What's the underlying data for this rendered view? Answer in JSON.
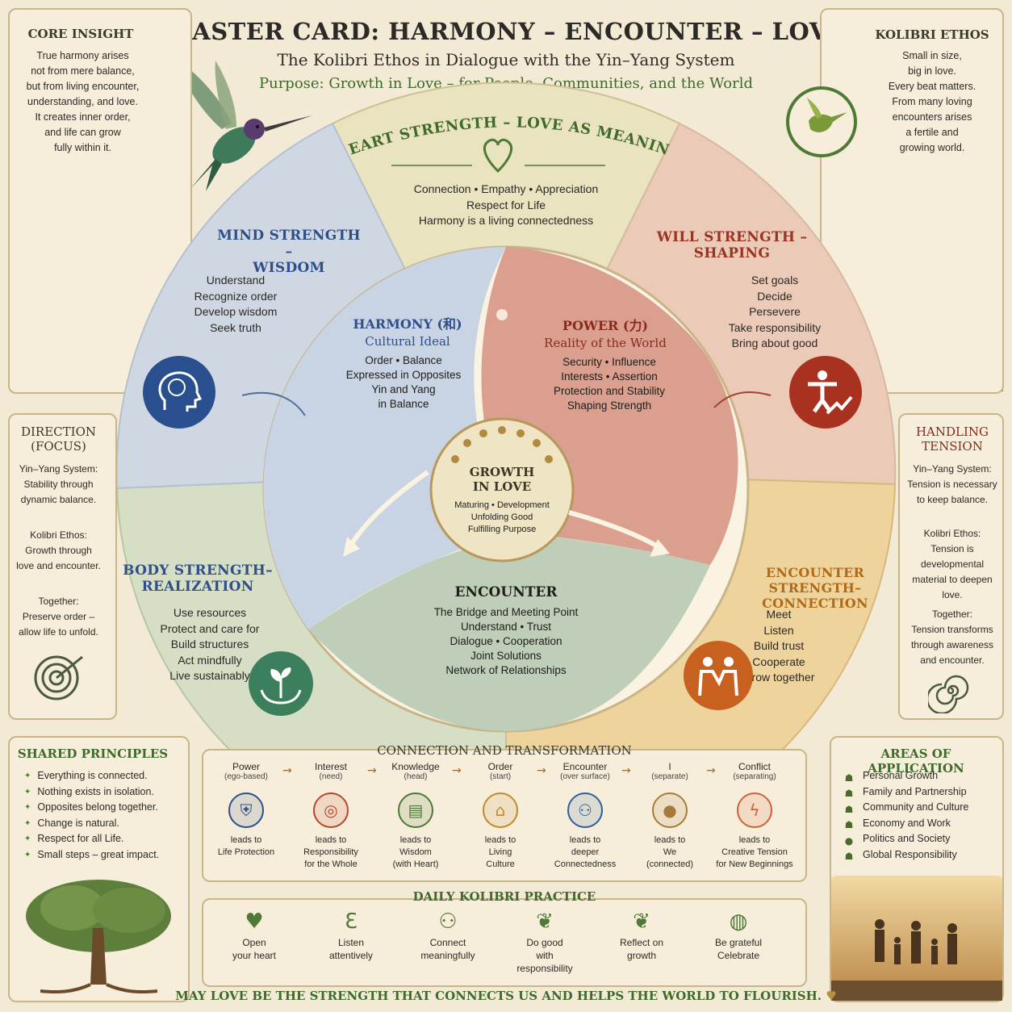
{
  "header": {
    "title": "MASTER CARD:  HARMONY – ENCOUNTER – LOVE",
    "subtitle": "The Kolibri Ethos in Dialogue with the Yin–Yang System",
    "purpose": "Purpose: Growth in Love – for People, Communities, and the World"
  },
  "core_insight": {
    "title": "CORE INSIGHT",
    "lines": [
      "True harmony arises",
      "not from mere balance,",
      "but from living encounter,",
      "understanding, and love.",
      "It creates inner order,",
      "and life can grow",
      "fully within it."
    ]
  },
  "kolibri_ethos": {
    "title": "KOLIBRI ETHOS",
    "lines": [
      "Small in size,",
      "big in love.",
      "Every beat matters.",
      "From many loving",
      "encounters arises",
      "a fertile and",
      "growing world."
    ]
  },
  "heart": {
    "title": "HEART STRENGTH – LOVE AS MEANING",
    "lines": [
      "Connection  •  Empathy  •  Appreciation",
      "Respect for Life",
      "Harmony is a living connectedness"
    ]
  },
  "mind": {
    "title_lines": [
      "MIND STRENGTH –",
      "WISDOM"
    ],
    "lines": [
      "Understand",
      "Recognize order",
      "Develop wisdom",
      "Seek truth"
    ]
  },
  "will": {
    "title_lines": [
      "WILL STRENGTH –",
      "SHAPING"
    ],
    "lines": [
      "Set goals",
      "Decide",
      "Persevere",
      "Take responsibility",
      "Bring about good"
    ]
  },
  "body": {
    "title_lines": [
      "BODY STRENGTH–",
      "REALIZATION"
    ],
    "lines": [
      "Use resources",
      "Protect and care for",
      "Build structures",
      "Act mindfully",
      "Live sustainably"
    ]
  },
  "encounter_strength": {
    "title_lines": [
      "ENCOUNTER STRENGTH–",
      "CONNECTION"
    ],
    "lines": [
      "Meet",
      "Listen",
      "Build trust",
      "Cooperate",
      "Grow together"
    ]
  },
  "harmony": {
    "title": "HARMONY (和)",
    "subtitle": "Cultural Ideal",
    "lines": [
      "Order • Balance",
      "Expressed in Opposites",
      "Yin and Yang",
      "in Balance"
    ]
  },
  "power": {
    "title": "POWER (力)",
    "subtitle": "Reality of the World",
    "lines": [
      "Security • Influence",
      "Interests • Assertion",
      "Protection and Stability",
      "Shaping Strength"
    ]
  },
  "encounter": {
    "title": "ENCOUNTER",
    "lines": [
      "The Bridge and Meeting Point",
      "Understand • Trust",
      "Dialogue • Cooperation",
      "Joint Solutions",
      "Network of Relationships"
    ]
  },
  "growth": {
    "title_lines": [
      "GROWTH",
      "IN LOVE"
    ],
    "lines": [
      "Maturing • Development",
      "Unfolding Good",
      "Fulfilling Purpose"
    ]
  },
  "direction": {
    "title_lines": [
      "DIRECTION",
      "(FOCUS)"
    ],
    "block1": [
      "Yin–Yang System:",
      "Stability through",
      "dynamic balance."
    ],
    "block2": [
      "Kolibri Ethos:",
      "Growth through",
      "love and encounter."
    ],
    "block3": [
      "Together:",
      "Preserve order –",
      "allow life to unfold."
    ]
  },
  "tension": {
    "title_lines": [
      "HANDLING",
      "TENSION"
    ],
    "block1": [
      "Yin–Yang System:",
      "Tension is necessary",
      "to keep balance."
    ],
    "block2": [
      "Kolibri Ethos:",
      "Tension is",
      "developmental",
      "material to deepen",
      "love."
    ],
    "block3": [
      "Together:",
      "Tension transforms",
      "through awareness",
      "and encounter."
    ]
  },
  "shared": {
    "title": "SHARED PRINCIPLES",
    "items": [
      "Everything is connected.",
      "Nothing exists in isolation.",
      "Opposites belong together.",
      "Change is natural.",
      "Respect for all Life.",
      "Small steps – great impact."
    ]
  },
  "areas": {
    "title": "AREAS OF APPLICATION",
    "items": [
      "Personal Growth",
      "Family and Partnership",
      "Community and Culture",
      "Economy and Work",
      "Politics and Society",
      "Global Responsibility"
    ]
  },
  "transformation": {
    "title": "CONNECTION AND TRANSFORMATION",
    "items": [
      {
        "head": "Power",
        "sub": "(ego-based)",
        "foot1": "leads to",
        "foot2": "Life Protection",
        "foot3": "",
        "color": "#2e4f86",
        "icon": "shield-icon"
      },
      {
        "head": "Interest",
        "sub": "(need)",
        "foot1": "leads to",
        "foot2": "Responsibility",
        "foot3": "for the Whole",
        "color": "#b8452f",
        "icon": "target-icon"
      },
      {
        "head": "Knowledge",
        "sub": "(head)",
        "foot1": "leads to",
        "foot2": "Wisdom",
        "foot3": "(with Heart)",
        "color": "#4a7a34",
        "icon": "book-icon"
      },
      {
        "head": "Order",
        "sub": "(start)",
        "foot1": "leads to",
        "foot2": "Living",
        "foot3": "Culture",
        "color": "#c08a2a",
        "icon": "temple-icon"
      },
      {
        "head": "Encounter",
        "sub": "(over surface)",
        "foot1": "leads to",
        "foot2": "deeper",
        "foot3": "Connectedness",
        "color": "#2e5f9a",
        "icon": "people-icon"
      },
      {
        "head": "I",
        "sub": "(separate)",
        "foot1": "leads to",
        "foot2": "We",
        "foot3": "(connected)",
        "color": "#a87a3a",
        "icon": "person-icon"
      },
      {
        "head": "Conflict",
        "sub": "(separating)",
        "foot1": "leads to",
        "foot2": "Creative Tension",
        "foot3": "for New Beginnings",
        "color": "#d0603a",
        "icon": "lightning-icon"
      }
    ]
  },
  "daily": {
    "title": "DAILY KOLIBRI PRACTICE",
    "items": [
      {
        "l1": "Open",
        "l2": "your heart",
        "l3": "",
        "icon": "heart-icon"
      },
      {
        "l1": "Listen",
        "l2": "attentively",
        "l3": "",
        "icon": "ear-icon"
      },
      {
        "l1": "Connect",
        "l2": "meaningfully",
        "l3": "",
        "icon": "group-icon"
      },
      {
        "l1": "Do good",
        "l2": "with",
        "l3": "responsibility",
        "icon": "hand-plant-icon"
      },
      {
        "l1": "Reflect on",
        "l2": "growth",
        "l3": "",
        "icon": "sprout-icon"
      },
      {
        "l1": "Be grateful",
        "l2": "Celebrate",
        "l3": "",
        "icon": "globe-icon"
      }
    ]
  },
  "footer": "MAY LOVE BE THE STRENGTH THAT CONNECTS US AND HELPS THE WORLD TO FLOURISH.",
  "colors": {
    "mind": "#c9d3df",
    "will": "#ebc9b8",
    "heart": "#e8e2bd",
    "body": "#d4ddc4",
    "encounter_seg": "#f0d29a",
    "accent_green": "#3f6a2b",
    "blue": "#2f4f8a",
    "red": "#9a3322"
  }
}
